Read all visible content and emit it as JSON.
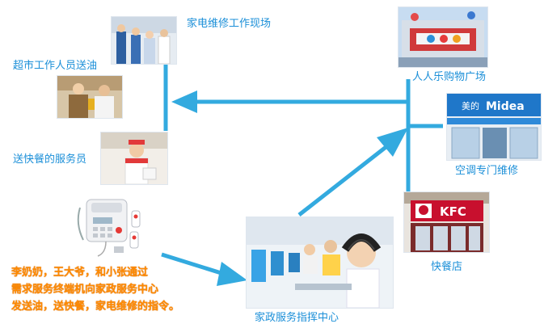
{
  "labels": {
    "repair_site": "家电维修工作现场",
    "supermarket_staff": "超市工作人员送油",
    "fastfood_staff": "送快餐的服务员",
    "shopping_plaza": "人人乐购物广场",
    "ac_repair": "空调专门维修",
    "fastfood_shop": "快餐店",
    "command_center": "家政服务指挥中心"
  },
  "signs": {
    "midea_cn": "美的",
    "midea_en": "Midea",
    "kfc": "KFC"
  },
  "note": {
    "line1": "李奶奶，王大爷，和小张通过",
    "line2": "需求服务终端机向家政服务中心",
    "line3": "发送油，送快餐，家电维修的指令。"
  },
  "colors": {
    "arrow": "#33aadf",
    "label": "#1b8fd8",
    "note": "#ff8a00"
  }
}
